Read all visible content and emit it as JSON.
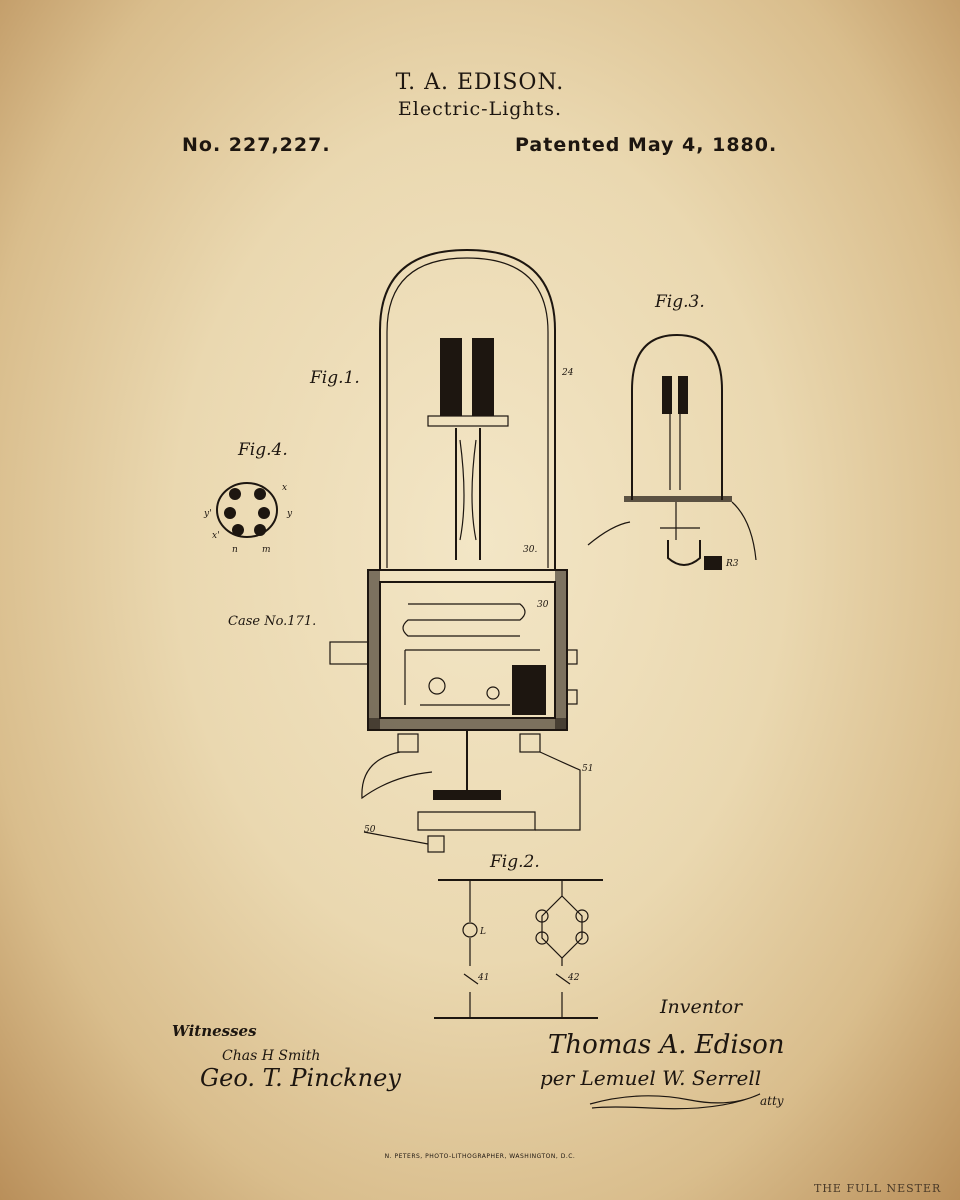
{
  "header": {
    "inventor_name": "T. A. EDISON.",
    "title": "Electric-Lights.",
    "patent_number": "No. 227,227.",
    "patent_date": "Patented May 4, 1880."
  },
  "figures": {
    "fig1": "Fig.1.",
    "fig2": "Fig.2.",
    "fig3": "Fig.3.",
    "fig4": "Fig.4."
  },
  "case_number": "Case No.171.",
  "witnesses": {
    "label": "Witnesses",
    "names": [
      "Chas H Smith",
      "Geo. T. Pinckney"
    ]
  },
  "inventor": {
    "label": "Inventor",
    "signature": "Thomas A. Edison",
    "attorney": "per Lemuel W. Serrell",
    "attorney_abbr": "atty"
  },
  "printer_line": "N. PETERS, PHOTO-LITHOGRAPHER, WASHINGTON, D.C.",
  "watermark": "THE FULL NESTER",
  "colors": {
    "ink": "#1d1610",
    "paper": "#ead8b0",
    "edge": "#b98f5a"
  }
}
